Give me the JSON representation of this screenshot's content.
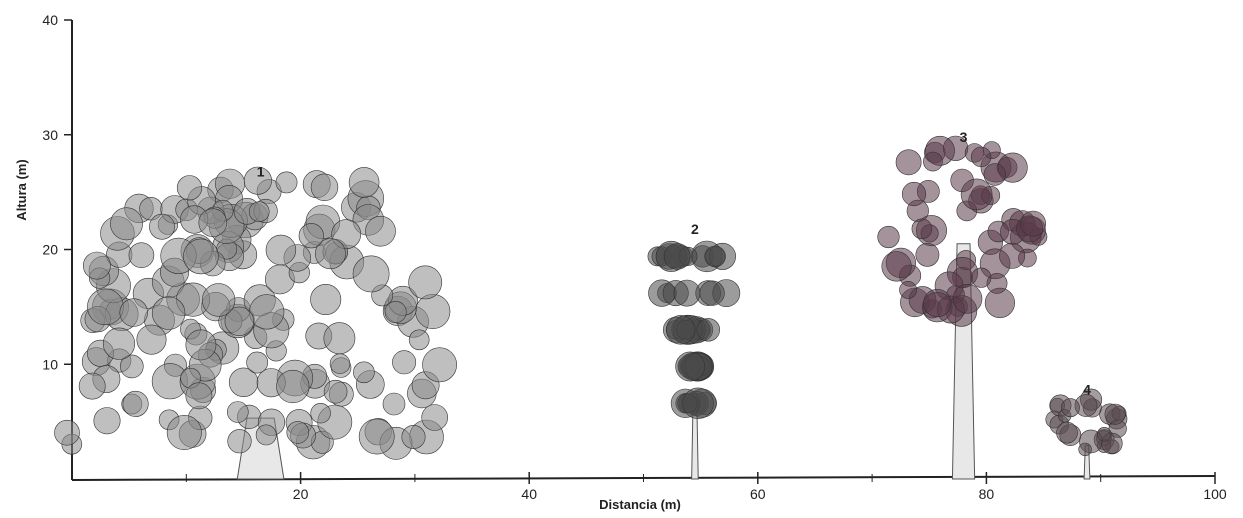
{
  "chart_data": {
    "type": "scatter",
    "xlabel": "Distancia (m)",
    "ylabel": "Altura (m)",
    "xlim": [
      0,
      100
    ],
    "ylim": [
      0,
      40
    ],
    "x_ticks": [
      "20",
      "40",
      "60",
      "80",
      "100"
    ],
    "y_ticks": [
      "10",
      "20",
      "30",
      "40"
    ],
    "grid": false,
    "trees": [
      {
        "label": "1",
        "x": 16.5,
        "height": 26,
        "crown_base": 3,
        "crown_left": 1.5,
        "crown_right": 35.5,
        "foliage": "#8a8a8a"
      },
      {
        "label": "2",
        "x": 54.5,
        "height": 21,
        "crown_base": 5,
        "crown_left": 49.5,
        "crown_right": 57.5,
        "foliage": "#4a4a4a"
      },
      {
        "label": "3",
        "x": 78,
        "height": 29,
        "crown_base": 14.5,
        "crown_left": 71.5,
        "crown_right": 85,
        "foliage": "#5a3a48"
      },
      {
        "label": "4",
        "x": 88.8,
        "height": 7,
        "crown_base": 2.5,
        "crown_left": 84.5,
        "crown_right": 91.5,
        "foliage": "#5a4a50"
      }
    ]
  }
}
